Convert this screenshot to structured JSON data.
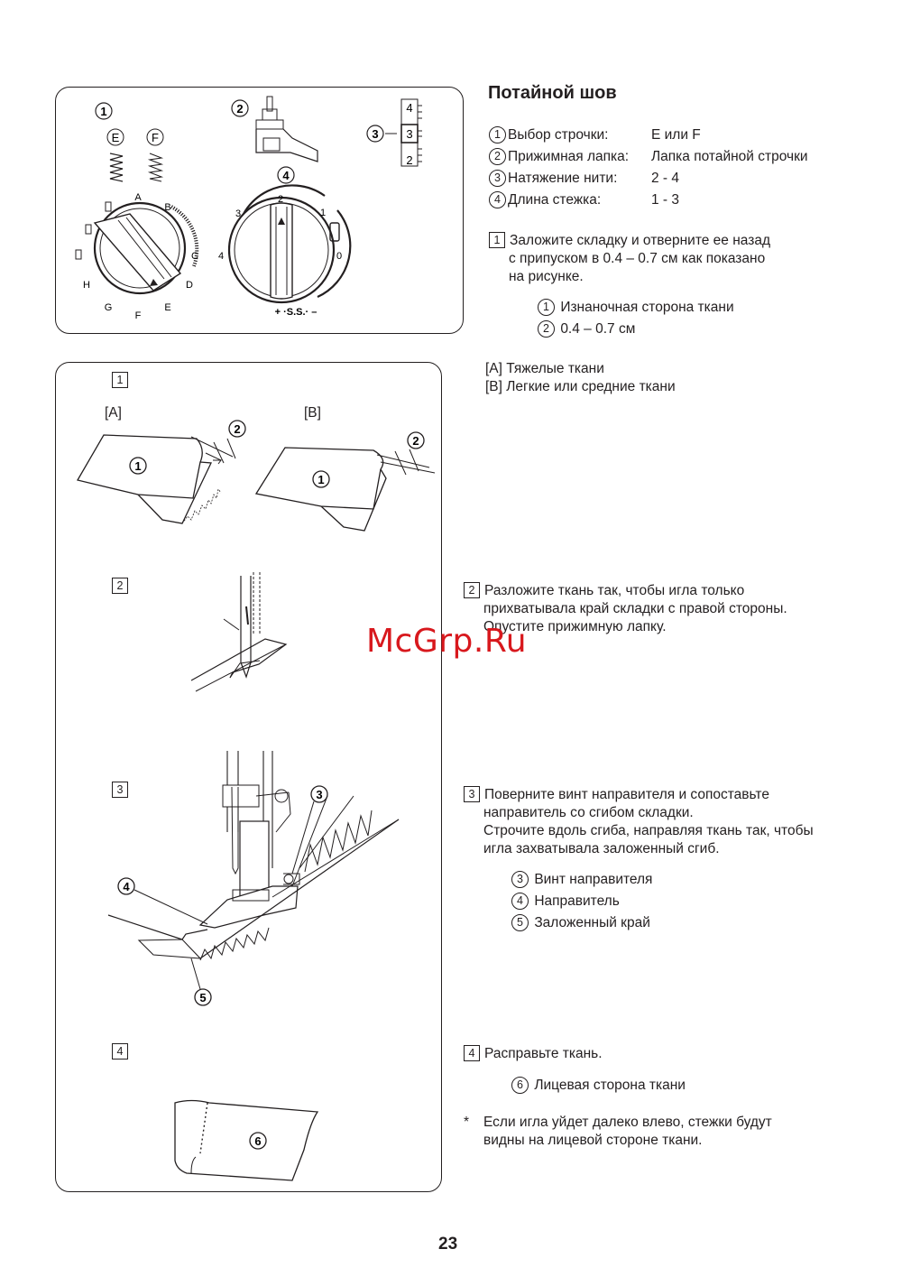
{
  "title": "Потайной шов",
  "settings": [
    {
      "num": "1",
      "label": "Выбор строчки:",
      "value": "E или F"
    },
    {
      "num": "2",
      "label": "Прижимная лапка:",
      "value": "Лапка потайной строчки"
    },
    {
      "num": "3",
      "label": "Натяжение нити:",
      "value": "2 - 4"
    },
    {
      "num": "4",
      "label": "Длина стежка:",
      "value": "1 - 3"
    }
  ],
  "step1": {
    "num": "1",
    "lines": [
      "Заложите складку и отверните ее назад",
      "с припуском в 0.4 – 0.7 см как показано",
      "на рисунке."
    ],
    "items": [
      {
        "num": "1",
        "text": "Изнаночная сторона ткани"
      },
      {
        "num": "2",
        "text": "0.4 – 0.7 см"
      }
    ],
    "fabrics": [
      "[A] Тяжелые ткани",
      "[B] Легкие или средние ткани"
    ]
  },
  "step2": {
    "num": "2",
    "lines": [
      "Разложите ткань так, чтобы игла только",
      "прихватывала край складки с правой стороны.",
      "Опустите прижимную лапку."
    ]
  },
  "step3": {
    "num": "3",
    "lines": [
      "Поверните винт направителя и сопоставьте",
      "направитель со сгибом складки.",
      "Строчите вдоль сгиба, направляя ткань так, чтобы",
      "игла захватывала заложенный сгиб."
    ],
    "items": [
      {
        "num": "3",
        "text": "Винт направителя"
      },
      {
        "num": "4",
        "text": "Направитель"
      },
      {
        "num": "5",
        "text": "Заложенный край"
      }
    ]
  },
  "step4": {
    "num": "4",
    "line": "Расправьте ткань.",
    "items": [
      {
        "num": "6",
        "text": "Лицевая сторона ткани"
      }
    ]
  },
  "note": {
    "marker": "*",
    "lines": [
      "Если игла уйдет далеко влево, стежки будут",
      "видны на лицевой стороне ткани."
    ]
  },
  "figure_top": {
    "callouts": [
      "1",
      "2",
      "3",
      "4"
    ],
    "stitch_letters": [
      "E",
      "F"
    ],
    "dial_letters": [
      "A",
      "B",
      "C",
      "D",
      "E",
      "F",
      "G",
      "H"
    ],
    "dial_numbers": [
      "2",
      "1",
      "0",
      "4",
      "3"
    ],
    "dial_ss": "+ ·S.S.· –",
    "tension_scale": [
      "4",
      "3",
      "2"
    ]
  },
  "figure_main": {
    "steps": [
      "1",
      "2",
      "3",
      "4"
    ],
    "variants": [
      "[A]",
      "[B]"
    ],
    "callouts": [
      "1",
      "2",
      "1",
      "2",
      "3",
      "4",
      "5",
      "6"
    ]
  },
  "watermark": "McGrp.Ru",
  "page_number": "23"
}
